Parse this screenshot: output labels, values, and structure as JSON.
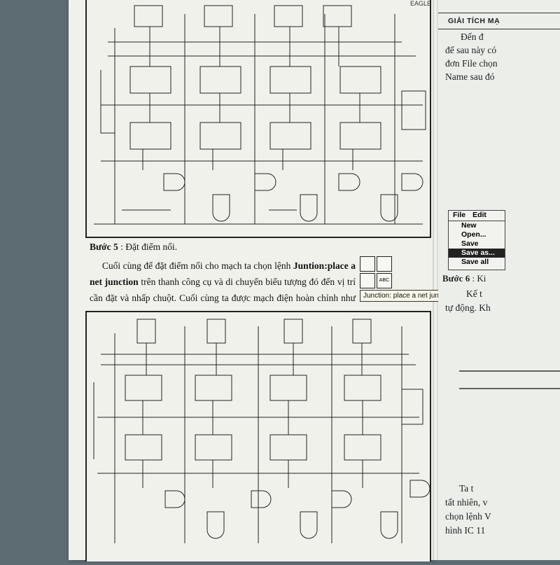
{
  "left_page": {
    "step5_label": "Bước 5",
    "step5_text": " : Đặt điểm nối.",
    "para_intro": "Cuối cùng để đặt điểm nối cho mạch ta chọn lệnh ",
    "para_cmd": "Juntion:place a net junction",
    "para_rest": " trên thanh công cụ và di chuyển biểu tượng đó đến vị trí cần đặt và nhấp chuột. Cuối cùng ta được mạch điện hoàn chỉnh như sau:",
    "tooltip": "Junction: place a net junction",
    "tool_label": "ABC"
  },
  "right_page": {
    "header": "GIẢI TÍCH MẠ",
    "lines": [
      "Đến đ",
      "để sau này có",
      "đơn File chọn",
      "Name sau đó"
    ],
    "menu": {
      "bar": [
        "File",
        "Edit"
      ],
      "items": [
        "New",
        "Open...",
        "Save",
        "Save as...",
        "Save all"
      ],
      "selected": "Save as..."
    },
    "step6_label": "Bước 6",
    "step6_text": " : Ki",
    "lines2": [
      "Kế t",
      "tự động. Kh"
    ],
    "lines3": [
      "Ta t",
      "tất nhiên, v",
      "chọn lệnh V",
      "hình IC 11"
    ]
  },
  "top_strip": "EAGLE"
}
